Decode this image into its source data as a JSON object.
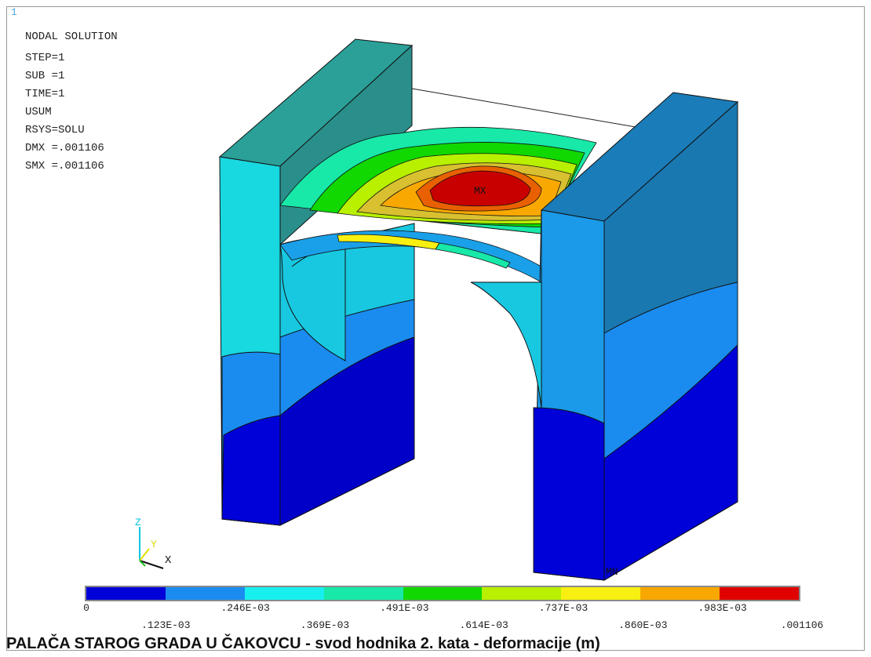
{
  "window_number": "1",
  "info": {
    "title": "NODAL SOLUTION",
    "lines": [
      "STEP=1",
      "SUB =1",
      "TIME=1",
      "USUM",
      "RSYS=SOLU",
      "DMX =.001106",
      "SMX =.001106"
    ]
  },
  "markers": {
    "max": "MX",
    "min": "MN"
  },
  "triad": {
    "z": "Z",
    "y": "Y",
    "x": "X"
  },
  "legend": {
    "colors": [
      "#0000d8",
      "#1a8cf0",
      "#18f0f0",
      "#18e8a8",
      "#10d800",
      "#b8f000",
      "#f8f010",
      "#f8a800",
      "#e00000"
    ],
    "labels_top": [
      "0",
      ".246E-03",
      ".491E-03",
      ".737E-03",
      ".983E-03"
    ],
    "labels_bottom": [
      ".123E-03",
      ".369E-03",
      ".614E-03",
      ".860E-03",
      ".001106"
    ]
  },
  "caption": "PALAČA STAROG GRADA U ČAKOVCU - svod hodnika 2. kata - deformacije (m)"
}
